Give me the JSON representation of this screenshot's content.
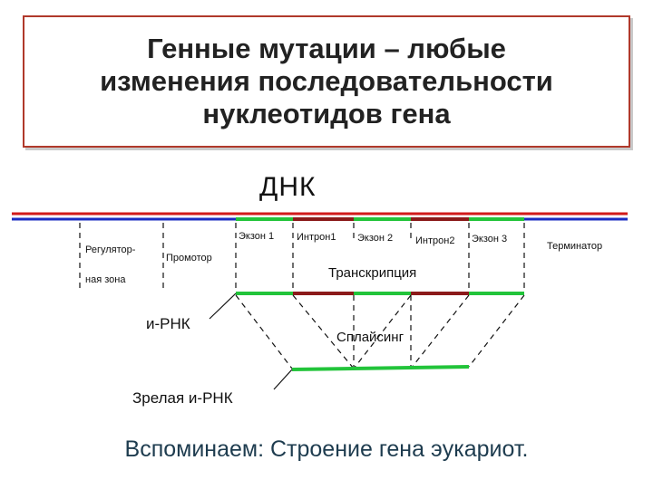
{
  "title": {
    "line1": "Генные мутации – любые",
    "line2": "изменения последовательности",
    "line3": "нуклеотидов гена"
  },
  "diagram": {
    "dna_label": "ДНК",
    "regulatory_line1": "Регулятор-",
    "regulatory_line2": "ная зона",
    "promoter": "Промотор",
    "exon1": "Экзон 1",
    "intron1": "Интрон1",
    "exon2": "Экзон 2",
    "intron2": "Интрон2",
    "exon3": "Экзон 3",
    "terminator": "Терминатор",
    "transcription": "Транскрипция",
    "mrna": "и-РНК",
    "splicing": "Сплайсинг",
    "mature_mrna": "Зрелая и-РНК"
  },
  "footer": "Вспоминаем: Строение гена эукариот.",
  "colors": {
    "border": "#b0392b",
    "dna_red": "#d11a1a",
    "dna_blue": "#1a2bc2",
    "exon_green": "#22c43a",
    "intron_red": "#8b1a1a"
  }
}
